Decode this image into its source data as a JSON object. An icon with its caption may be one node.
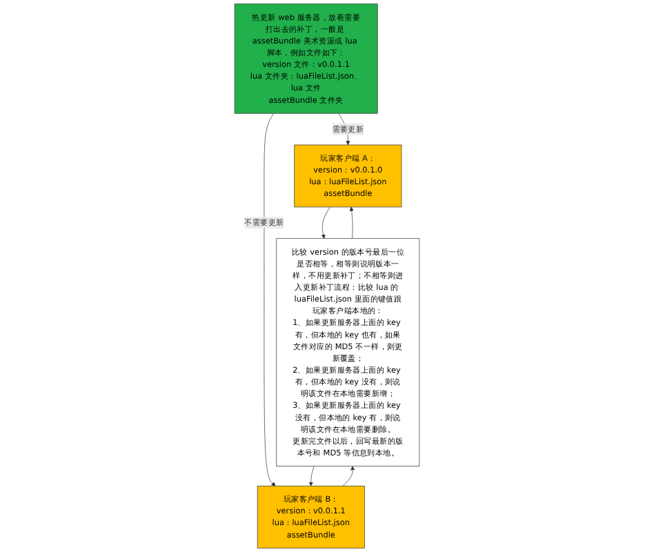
{
  "diagram": {
    "nodes": [
      {
        "text": [
          "热更新 web 服务器，放着需要打出去的补丁，一般是 assetBundle 美术资源或 lua 脚本，例如文件如下：",
          "version 文件：v0.0.1.1",
          "lua 文件夹：luaFileList.json、lua 文件",
          "assetBundle 文件夹"
        ]
      },
      {
        "text": [
          "玩家客户端 A：",
          "version：v0.0.1.0",
          "lua：luaFileList.json",
          "assetBundle"
        ]
      },
      {
        "text": [
          "比较 version 的版本号最后一位是否相等，相等则说明版本一样，不用更新补丁；不相等则进入更新补丁流程：比较 lua 的 luaFileList.json 里面的键值跟玩家客户端本地的：",
          "1、如果更新服务器上面的 key 有，但本地的 key 也有，如果文件对应的 MD5 不一样，则更新覆盖；",
          "2、如果更新服务器上面的 key 有，但本地的 key 没有，则说明该文件在本地需要新增；",
          "3、如果更新服务器上面的 key 没有，但本地的 key 有，则说明该文件在本地需要删除。",
          "更新完文件以后，回写最新的版本号和 MD5 等信息到本地。"
        ]
      },
      {
        "text": [
          "玩家客户端 B：",
          "version：v0.0.1.1",
          "lua：luaFileList.json",
          "assetBundle"
        ]
      }
    ],
    "edges": [
      {
        "from": 0,
        "to": 1,
        "arrow": "to",
        "label": "需要更新"
      },
      {
        "from": 0,
        "to": 3,
        "arrow": "to",
        "label": "不需要更新"
      },
      {
        "from": 1,
        "to": 2,
        "arrow": "to"
      },
      {
        "from": 2,
        "to": 1,
        "arrow": "to"
      },
      {
        "from": 3,
        "to": 2,
        "arrow": "to"
      },
      {
        "from": 2,
        "to": 3,
        "arrow": "to"
      }
    ]
  }
}
